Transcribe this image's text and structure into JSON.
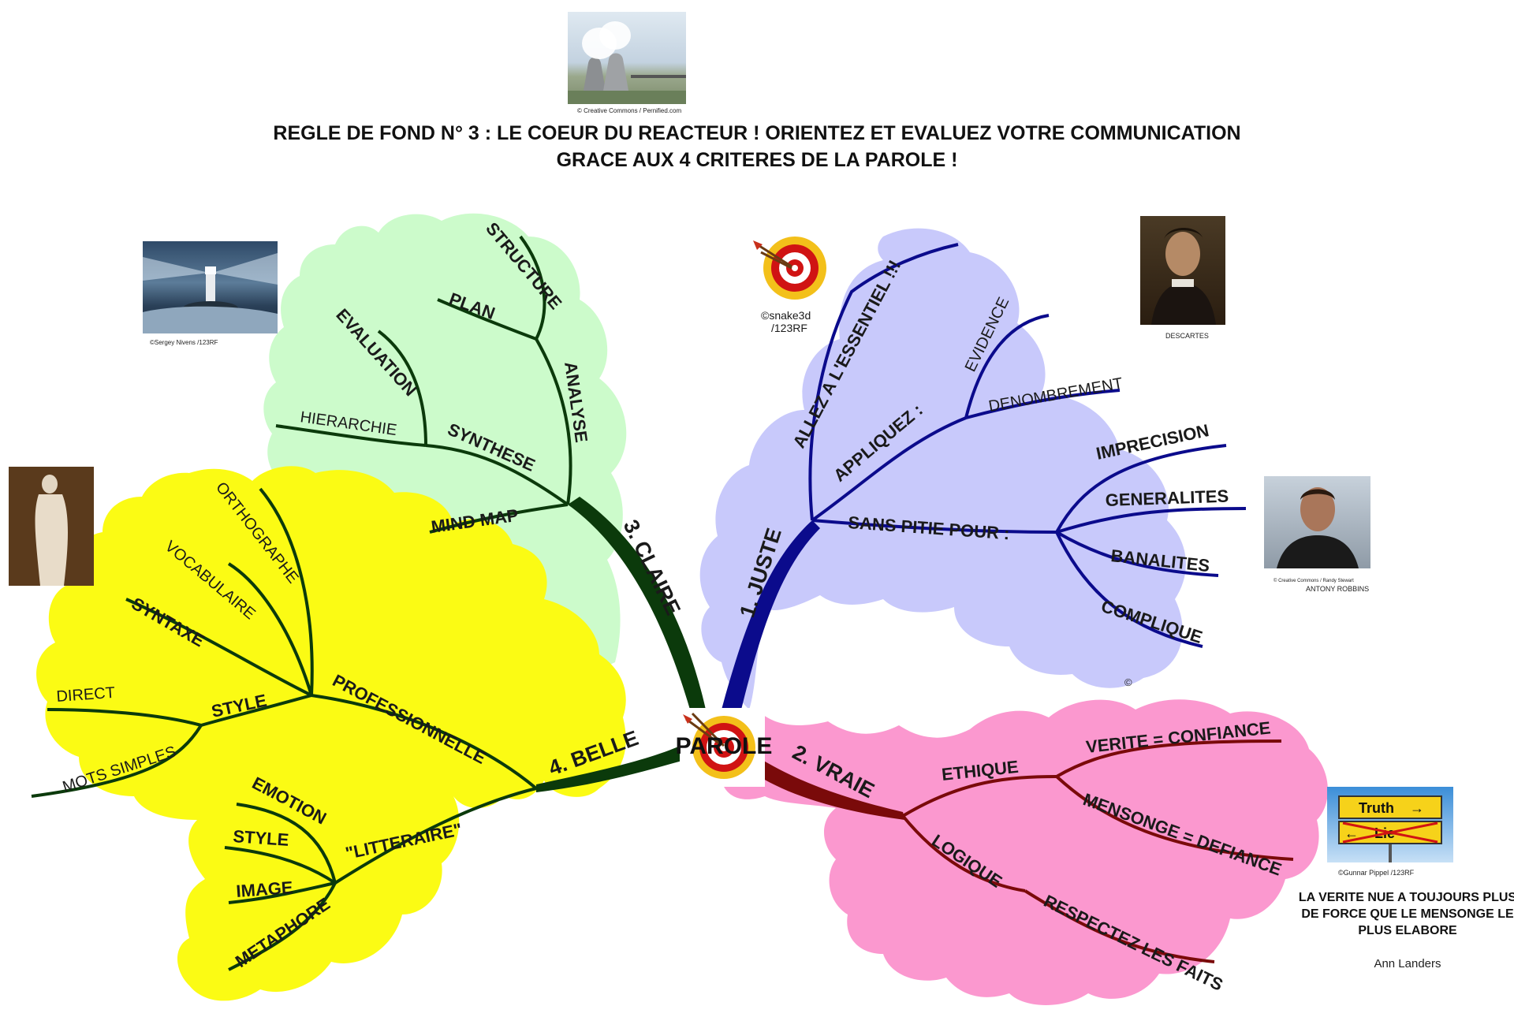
{
  "title": {
    "line1": "REGLE DE FOND N° 3 : LE COEUR DU REACTEUR ! ORIENTEZ ET EVALUEZ VOTRE COMMUNICATION",
    "line2": "GRACE AUX 4 CRITERES DE LA PAROLE !"
  },
  "center": {
    "label": "PAROLE"
  },
  "colors": {
    "juste_cloud": "#c8c9fb",
    "juste_line": "#0b0b8c",
    "vraie_cloud": "#fb98cf",
    "vraie_line": "#7a0a0a",
    "claire_cloud": "#ccfbcb",
    "claire_line": "#0b3a0b",
    "belle_cloud": "#fbfb14",
    "belle_line": "#0b3a0b"
  },
  "branches": {
    "juste": {
      "label": "1. JUSTE",
      "sub1": "ALLEZ A L'ESSENTIEL !!!",
      "sub2": "APPLIQUEZ :",
      "sub2_items": [
        "EVIDENCE",
        "DENOMBREMENT"
      ],
      "sub3": "SANS PITIE POUR :",
      "sub3_items": [
        "IMPRECISION",
        "GENERALITES",
        "BANALITES",
        "COMPLIQUE"
      ]
    },
    "vraie": {
      "label": "2. VRAIE",
      "sub1": "ETHIQUE",
      "sub1_items": [
        "VERITE = CONFIANCE",
        "MENSONGE = DEFIANCE"
      ],
      "sub2": "LOGIQUE",
      "sub2_items": [
        "RESPECTEZ LES FAITS"
      ]
    },
    "claire": {
      "label": "3. CLAIRE",
      "sub1": "ANALYSE",
      "sub1_items": [
        "STRUCTURE",
        "PLAN"
      ],
      "sub2": "SYNTHESE",
      "sub2_items": [
        "EVALUATION",
        "HIERARCHIE"
      ],
      "sub3": "MIND MAP"
    },
    "belle": {
      "label": "4. BELLE",
      "sub1": "PROFESSIONNELLE",
      "sub1_items": [
        "ORTHOGRAPHE",
        "VOCABULAIRE",
        "SYNTAXE"
      ],
      "style": "STYLE",
      "style_items": [
        "DIRECT",
        "MOTS SIMPLES"
      ],
      "sub2": "\"LITTERAIRE\"",
      "sub2_items": [
        "EMOTION",
        "STYLE",
        "IMAGE",
        "METAPHORE"
      ]
    }
  },
  "images": {
    "reactor_credit": "© Creative Commons / Pernified.com",
    "lighthouse_credit": "©Sergey Nivens /123RF",
    "target_credit_line1": "©snake3d",
    "target_credit_line2": "/123RF",
    "descartes_caption": "DESCARTES",
    "robbins_credit": "© Creative Commons / Randy Stewart",
    "robbins_caption": "ANTONY ROBBINS",
    "truth_sign_top": "Truth",
    "truth_sign_bottom": "Lie",
    "truth_credit": "©Gunnar Pippel /123RF",
    "copyright_mark": "©"
  },
  "quote": {
    "text": "LA VERITE NUE A TOUJOURS PLUS DE FORCE QUE LE MENSONGE LE PLUS ELABORE",
    "author": "Ann Landers"
  }
}
